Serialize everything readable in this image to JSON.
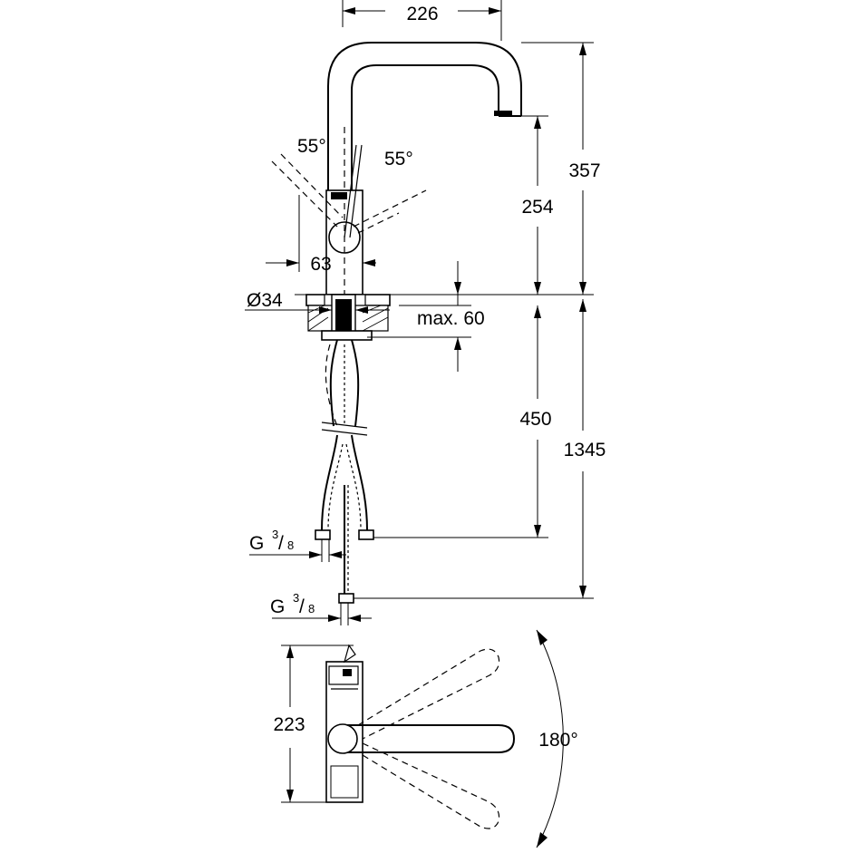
{
  "dimensions": {
    "spout_reach": "226",
    "total_height": "357",
    "spout_height": "254",
    "angle_left": "55°",
    "angle_right": "55°",
    "base_width": "63",
    "hole_diameter": "Ø34",
    "max_thickness": "max. 60",
    "hose_length": "450",
    "total_length": "1345",
    "connection_1": {
      "base": "G",
      "num": "3",
      "den": "8"
    },
    "connection_2": {
      "base": "G",
      "num": "3",
      "den": "8"
    },
    "top_view_depth": "223",
    "rotation": "180°"
  }
}
